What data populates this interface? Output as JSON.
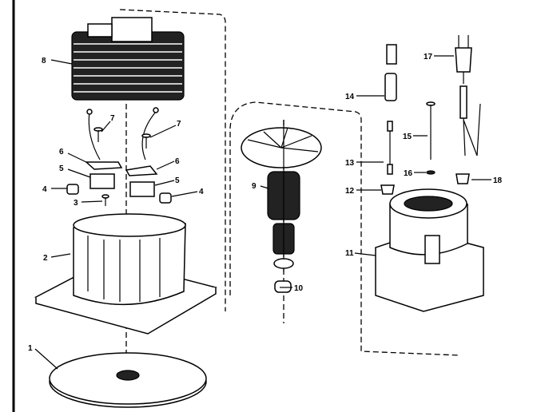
{
  "diagram": {
    "type": "exploded parts diagram",
    "part_labels": {
      "field_assembly": "8",
      "screw_left": "7",
      "screw_right": "7",
      "brush_holder_clip_left": "6",
      "brush_holder_clip_right": "6",
      "brush_left": "5",
      "brush_right": "5",
      "cap_left": "4",
      "cap_right": "4",
      "screw_small": "3",
      "motor_frame": "2",
      "disc": "1",
      "armature": "9",
      "bearing": "10",
      "switch_sleeve": "14",
      "power_cord": "17",
      "lead_wire": "13",
      "long_screw": "15",
      "washer": "16",
      "grommet_left": "12",
      "grommet_right": "18",
      "housing": "11"
    }
  }
}
